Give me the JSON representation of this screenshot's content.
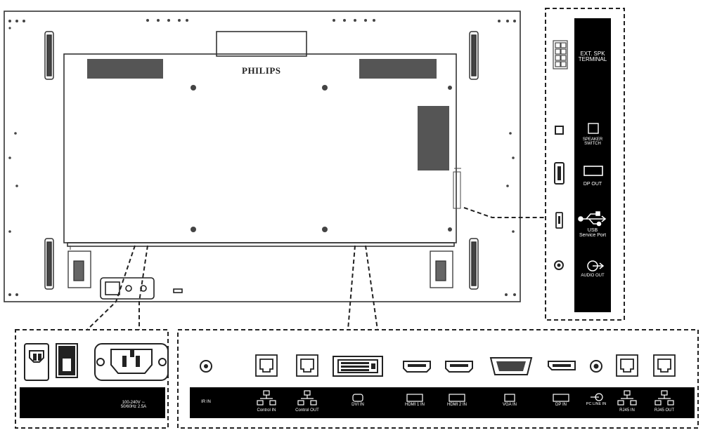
{
  "brand": "PHILIPS",
  "side_panel": {
    "ext_spk_terminal": [
      "EXT. SPK",
      "TERMINAL"
    ],
    "speaker_switch": [
      "SPEAKER",
      "SWITCH"
    ],
    "dp_out": "DP OUT",
    "usb_service_port": [
      "USB",
      "Service Port"
    ],
    "audio_out": "AUDIO OUT"
  },
  "power_panel": {
    "rating": [
      "100-240V ∼",
      "50/60Hz 2.5A"
    ]
  },
  "bottom_panel": {
    "ports": [
      {
        "id": "ir-in",
        "label": "IR IN"
      },
      {
        "id": "control-in",
        "label": "Control IN"
      },
      {
        "id": "control-out",
        "label": "Control OUT"
      },
      {
        "id": "dvi-in",
        "label": "DVI IN"
      },
      {
        "id": "hdmi1-in",
        "label": "HDMI 1 IN"
      },
      {
        "id": "hdmi2-in",
        "label": "HDMI 2 IN"
      },
      {
        "id": "vga-in",
        "label": "VGA IN"
      },
      {
        "id": "dp-in",
        "label": "DP IN"
      },
      {
        "id": "pc-line-in",
        "label": "PC LINE IN"
      },
      {
        "id": "rj45-in",
        "label": "RJ45 IN"
      },
      {
        "id": "rj45-out",
        "label": "RJ45 OUT"
      }
    ]
  }
}
